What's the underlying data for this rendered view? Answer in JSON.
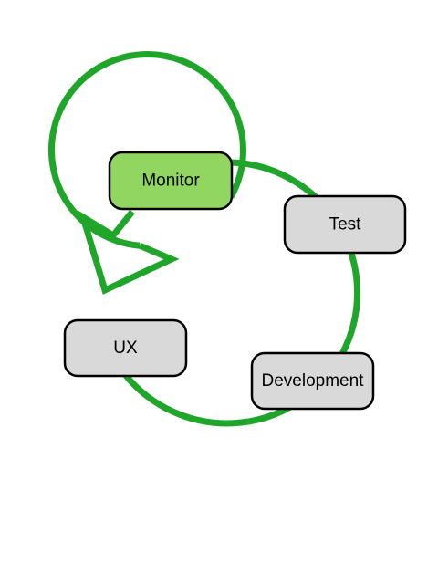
{
  "diagram": {
    "kind": "cycle",
    "direction": "counterclockwise",
    "colors": {
      "arrow_stroke": "#1fa62a",
      "node_fill": "#d9d9d9",
      "node_fill_active": "#92d662",
      "node_stroke": "#000000",
      "text": "#000000"
    },
    "nodes": [
      {
        "id": "monitor",
        "label": "Monitor",
        "active": true
      },
      {
        "id": "test",
        "label": "Test",
        "active": false
      },
      {
        "id": "development",
        "label": "Development",
        "active": false
      },
      {
        "id": "ux",
        "label": "UX",
        "active": false
      }
    ]
  }
}
